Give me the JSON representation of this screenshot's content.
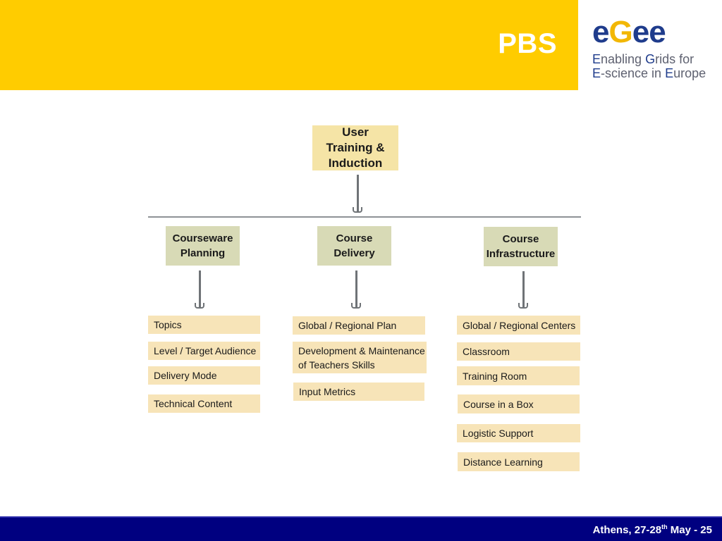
{
  "slide": {
    "title": "PBS"
  },
  "logo": {
    "wordmark": [
      "e",
      "G",
      "e",
      "e"
    ],
    "tagline_line1": [
      "E",
      "nabling ",
      "G",
      "rids for"
    ],
    "tagline_line2": [
      "E",
      "-science in ",
      "E",
      "urope"
    ]
  },
  "diagram": {
    "root": "User Training & Induction",
    "branches": [
      {
        "title": "Courseware Planning",
        "items": [
          "Topics",
          "Level / Target Audience",
          "Delivery Mode",
          "Technical Content"
        ]
      },
      {
        "title": "Course Delivery",
        "items": [
          "Global / Regional Plan",
          "Development & Maintenance of Teachers Skills",
          "Input Metrics"
        ]
      },
      {
        "title": "Course Infrastructure",
        "items": [
          "Global / Regional  Centers",
          "Classroom",
          "Training Room",
          "Course in a Box",
          "Logistic Support",
          "Distance Learning"
        ]
      }
    ]
  },
  "footer": {
    "text_pre": "Athens, 27-28",
    "superscript": "th",
    "text_post": " May  - 25"
  },
  "colors": {
    "header": "#FFCC00",
    "footer": "#000080",
    "root_box": "#F5E4A6",
    "category_box": "#D8DAB6",
    "item_box": "#F7E4B8",
    "logo_blue": "#1F3C8C"
  }
}
